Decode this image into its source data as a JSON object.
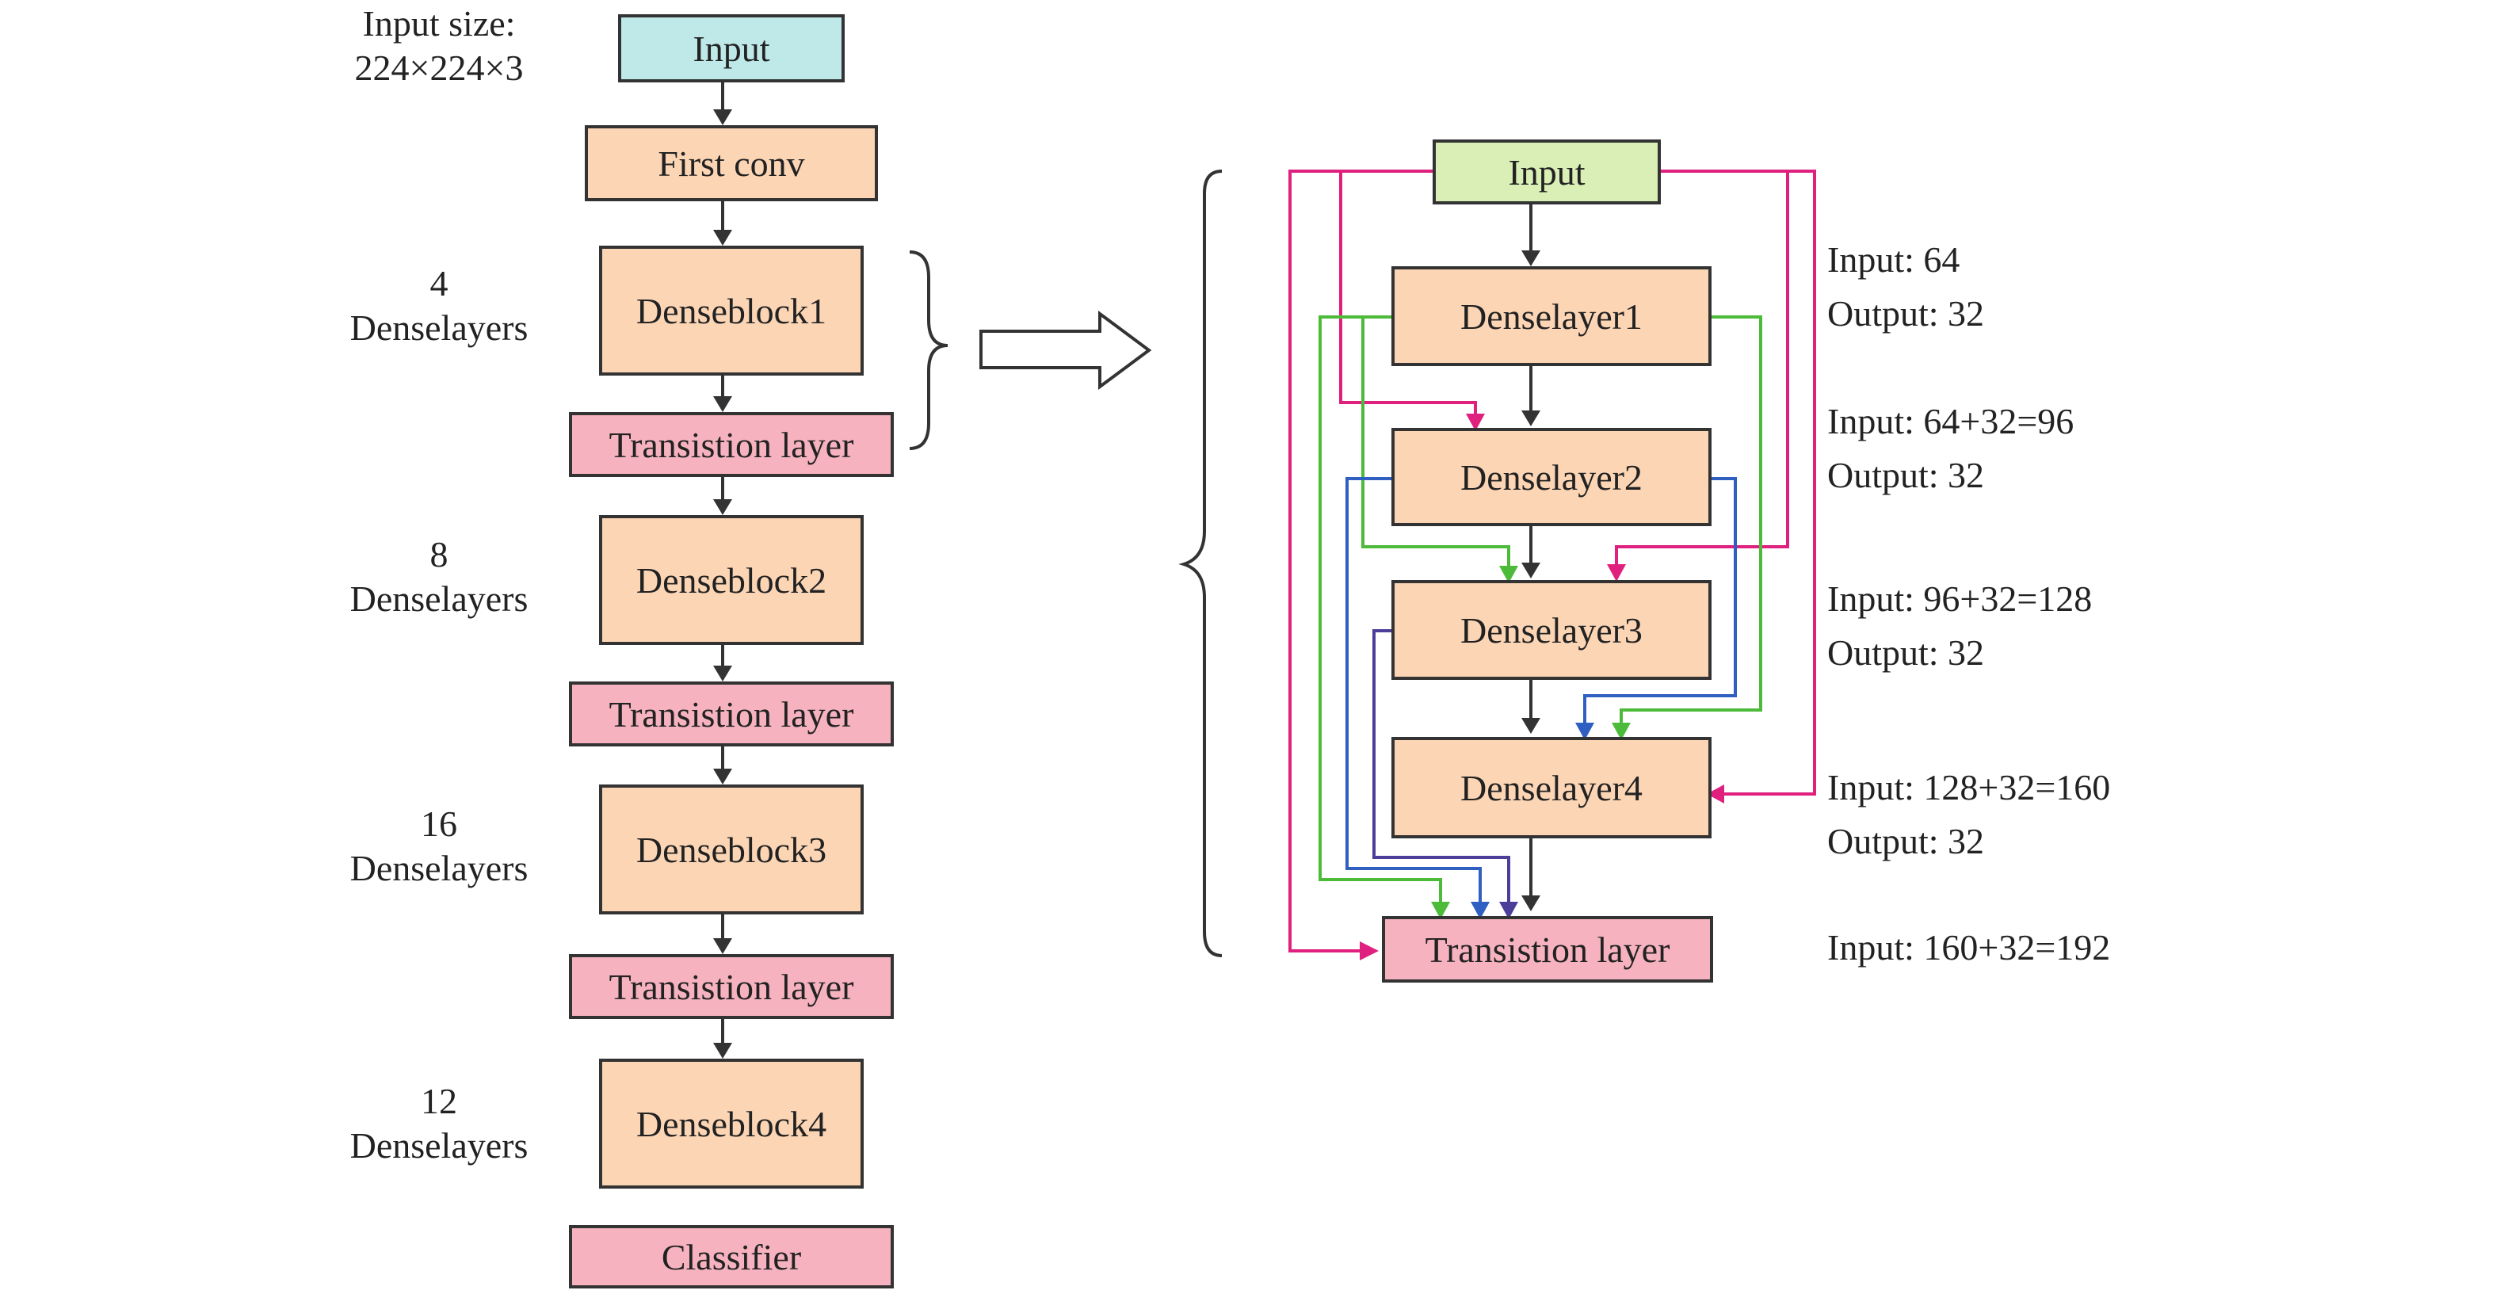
{
  "colors": {
    "input_left": "#bfe8e8",
    "input_right": "#d9efb6",
    "block": "#fcd5b5",
    "transition": "#f6b2bf",
    "border": "#333333",
    "edge_black": "#333333",
    "edge_magenta": "#e0207f",
    "edge_green": "#4dbb3a",
    "edge_blue": "#2f5fc0",
    "edge_purple": "#4b3f9a"
  },
  "left": {
    "input_size_label": [
      "Input size:",
      "224×224×3"
    ],
    "nodes": {
      "input": "Input",
      "first_conv": "First conv",
      "denseblock1": "Denseblock1",
      "transition1": "Transistion layer",
      "denseblock2": "Denseblock2",
      "transition2": "Transistion layer",
      "denseblock3": "Denseblock3",
      "transition3": "Transistion layer",
      "denseblock4": "Denseblock4",
      "classifier": "Classifier"
    },
    "layer_counts": [
      {
        "count": "4",
        "unit": "Denselayers"
      },
      {
        "count": "8",
        "unit": "Denselayers"
      },
      {
        "count": "16",
        "unit": "Denselayers"
      },
      {
        "count": "12",
        "unit": "Denselayers"
      }
    ]
  },
  "right": {
    "nodes": {
      "input": "Input",
      "denselayer1": "Denselayer1",
      "denselayer2": "Denselayer2",
      "denselayer3": "Denselayer3",
      "denselayer4": "Denselayer4",
      "transition": "Transistion layer"
    },
    "io_labels": [
      {
        "input": "Input: 64",
        "output": "Output: 32"
      },
      {
        "input": "Input: 64+32=96",
        "output": "Output: 32"
      },
      {
        "input": "Input: 96+32=128",
        "output": "Output: 32"
      },
      {
        "input": "Input: 128+32=160",
        "output": "Output: 32"
      },
      {
        "input": "Input: 160+32=192"
      }
    ]
  }
}
